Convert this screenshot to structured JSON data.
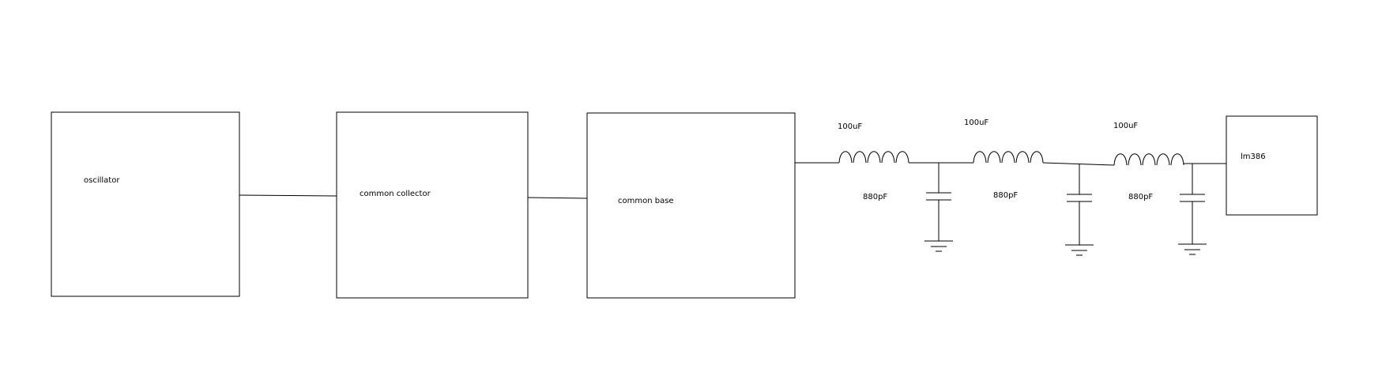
{
  "blocks": {
    "oscillator": "oscillator",
    "common_collector": "common collector",
    "common_base": "common base",
    "amplifier": "lm386"
  },
  "filter": {
    "inductor_labels": [
      "100uF",
      "100uF",
      "100uF"
    ],
    "capacitor_labels": [
      "880pF",
      "880pF",
      "880pF"
    ]
  },
  "style": {
    "stroke_color": "#000000",
    "background_color": "#ffffff"
  }
}
